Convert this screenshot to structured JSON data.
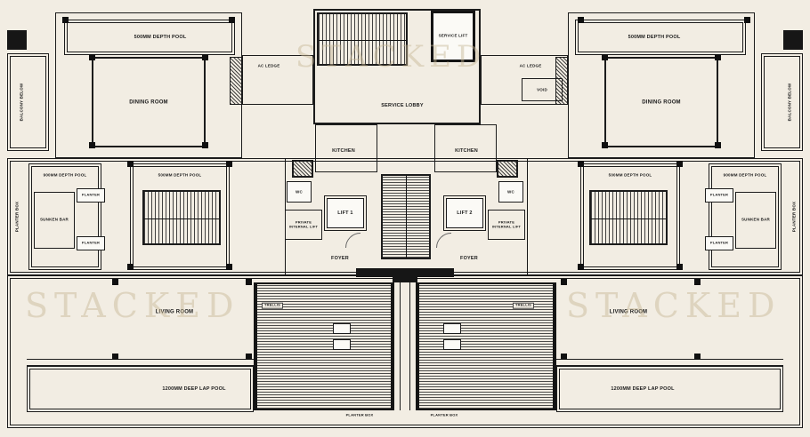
{
  "watermark": "STACKED",
  "colors": {
    "background": "#f2ede3",
    "line": "#1c1c1c",
    "watermark": "#c6b694"
  },
  "labels": {
    "pool_500": "500MM DEPTH POOL",
    "pool_900": "900MM DEPTH POOL",
    "lap_pool": "1200MM DEEP LAP POOL",
    "balcony_below": "BALCONY BELOW",
    "dining_room": "DINING ROOM",
    "living_room": "LIVING ROOM",
    "kitchen": "KITCHEN",
    "service_lift": "SERVICE LIFT",
    "service_lobby": "SERVICE LOBBY",
    "ac_ledge": "AC LEDGE",
    "void": "VOID",
    "wc": "WC",
    "lift_1": "LIFT 1",
    "lift_2": "LIFT 2",
    "private_internal_lift": "PRIVATE INTERNAL LIFT",
    "foyer": "FOYER",
    "sunken_bar": "SUNKEN BAR",
    "planter": "PLANTER",
    "planter_box": "PLANTER BOX",
    "trellis": "TRELLIS"
  }
}
